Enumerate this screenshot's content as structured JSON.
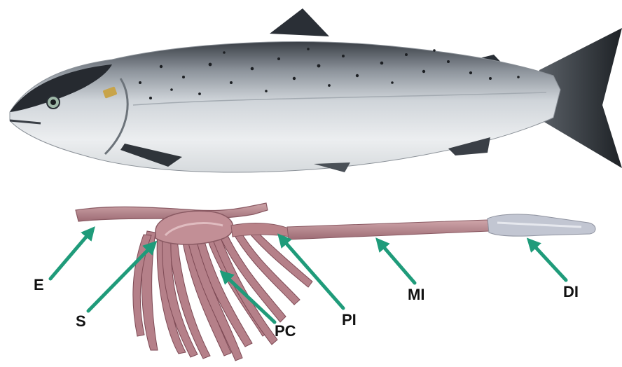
{
  "colors": {
    "arrow": "#1f9b7a",
    "label": "#111111",
    "fish_back": "#2a2f36",
    "fish_body": "#c9ced4",
    "fish_belly": "#eef0f2",
    "gut": "#b07a82",
    "gut_dark": "#7e4a55",
    "gut_light": "#cfa6aa",
    "distal": "#c2c6d2"
  },
  "labels": {
    "E": "E",
    "S": "S",
    "PC": "PC",
    "PI": "PI",
    "MI": "MI",
    "DI": "DI"
  }
}
